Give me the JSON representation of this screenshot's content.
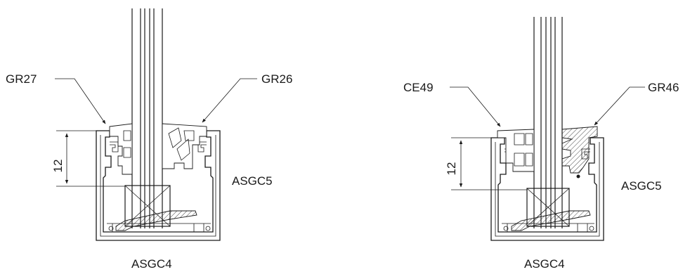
{
  "details": [
    {
      "id": "left",
      "callout_left": "GR27",
      "callout_right": "GR26",
      "dimension": "12",
      "side_label": "ASGC5",
      "bottom_label": "ASGC4"
    },
    {
      "id": "right",
      "callout_left": "CE49",
      "callout_right": "GR46",
      "dimension": "12",
      "side_label": "ASGC5",
      "bottom_label": "ASGC4"
    }
  ]
}
